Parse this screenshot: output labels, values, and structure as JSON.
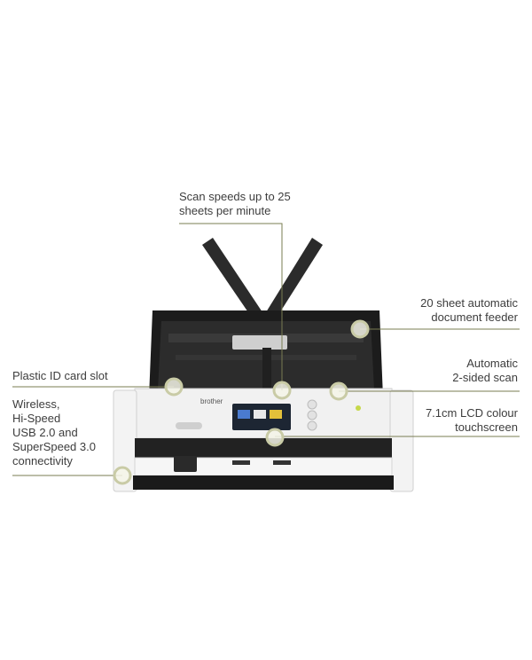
{
  "callouts": {
    "scan_speed": [
      "Scan speeds up to 25",
      "sheets per minute"
    ],
    "feeder": [
      "20 sheet automatic",
      "document feeder"
    ],
    "id_slot": [
      "Plastic ID card slot"
    ],
    "duplex": [
      "Automatic",
      "2-sided scan"
    ],
    "connectivity": [
      "Wireless,",
      "Hi-Speed",
      "USB 2.0 and",
      "SuperSpeed 3.0",
      "connectivity"
    ],
    "lcd": [
      "7.1cm LCD colour",
      "touchscreen"
    ]
  },
  "brand": "brother",
  "colors": {
    "accent_line": "#7a7d52",
    "dot_fill": "#f4f4e8",
    "dot_ring": "#c9cba6"
  }
}
